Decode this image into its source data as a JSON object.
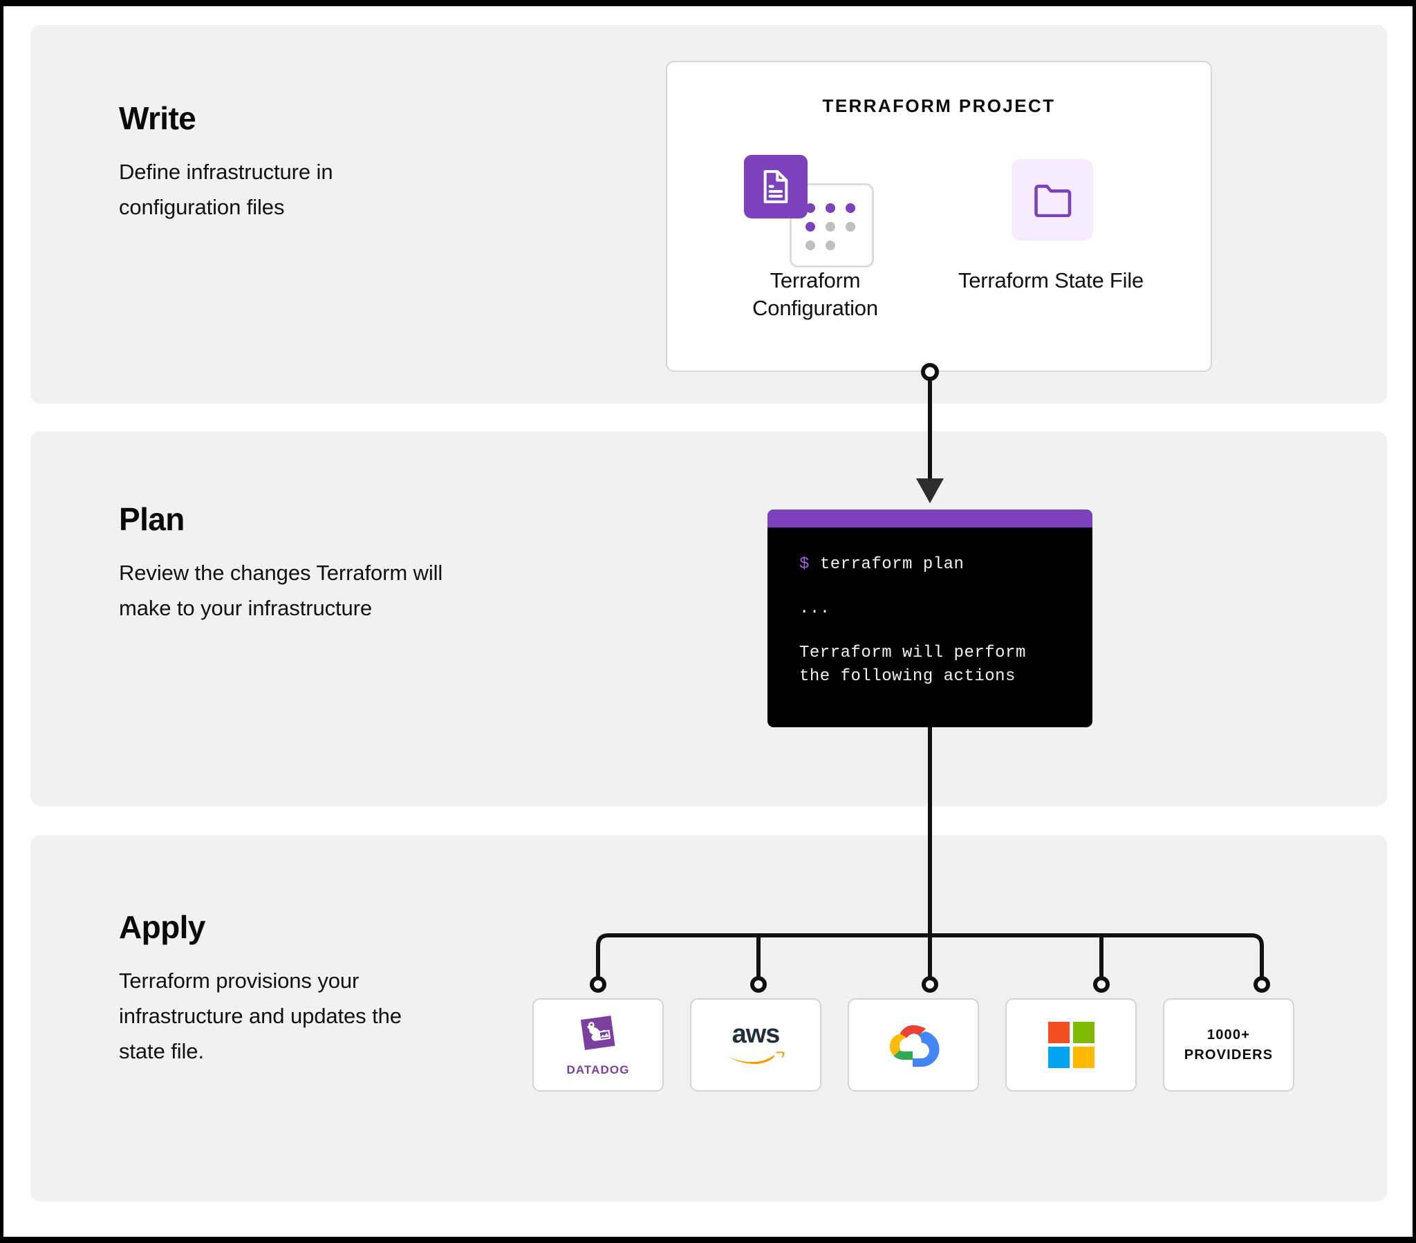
{
  "steps": [
    {
      "id": "write",
      "title": "Write",
      "description": "Define infrastructure in configuration files"
    },
    {
      "id": "plan",
      "title": "Plan",
      "description": "Review the changes Terraform will make to your infrastructure"
    },
    {
      "id": "apply",
      "title": "Apply",
      "description": "Terraform provisions your infrastructure and updates the state file."
    }
  ],
  "project_card": {
    "title": "TERRAFORM PROJECT",
    "assets": [
      {
        "label": "Terraform Configuration",
        "icon": "document-icon"
      },
      {
        "label": "Terraform State File",
        "icon": "folder-icon"
      }
    ]
  },
  "terminal": {
    "prompt": "$",
    "command": "terraform plan",
    "ellipsis": "...",
    "output_line_1": "Terraform will perform",
    "output_line_2": "the following actions"
  },
  "providers": [
    {
      "name": "Datadog",
      "icon": "datadog-icon",
      "wordmark": "DATADOG"
    },
    {
      "name": "AWS",
      "icon": "aws-icon",
      "wordmark": "aws"
    },
    {
      "name": "Google Cloud",
      "icon": "google-cloud-icon",
      "wordmark": ""
    },
    {
      "name": "Microsoft Azure",
      "icon": "microsoft-icon",
      "wordmark": ""
    },
    {
      "name": "More Providers",
      "icon": "",
      "line1": "1000+",
      "line2": "PROVIDERS"
    }
  ],
  "colors": {
    "terraform_purple": "#7b42bc",
    "panel_background": "#f1f1f1",
    "page_background": "#ffffff",
    "terminal_background": "#000000",
    "connector": "#111111",
    "state_tile_background": "#f6ecfd",
    "datadog_purple": "#7b3fa0",
    "aws_dark": "#232f3e",
    "aws_orange": "#ff9900",
    "ms_red": "#f25022",
    "ms_green": "#7fba00",
    "ms_blue": "#00a4ef",
    "ms_yellow": "#ffb900"
  }
}
